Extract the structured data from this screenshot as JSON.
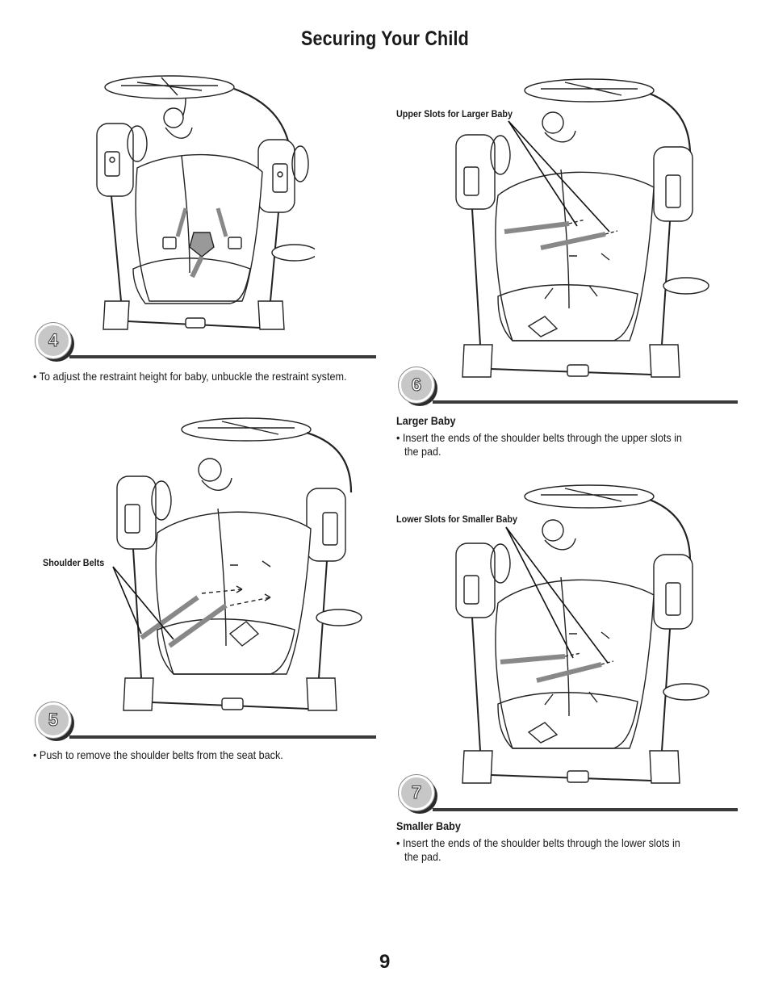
{
  "page": {
    "title": "Securing Your Child",
    "page_number": "9"
  },
  "steps": [
    {
      "number": "4",
      "bullets": [
        "• To adjust the restraint height for baby, unbuckle the restraint system."
      ]
    },
    {
      "number": "5",
      "callout": "Shoulder Belts",
      "bullets": [
        "• Push to remove the shoulder belts from the seat back."
      ]
    },
    {
      "number": "6",
      "callout": "Upper Slots for Larger Baby",
      "subheading": "Larger Baby",
      "bullet_line1": "• Insert the ends of the shoulder belts through the upper slots in",
      "bullet_line2": "the pad."
    },
    {
      "number": "7",
      "callout": "Lower Slots for Smaller Baby",
      "subheading": "Smaller Baby",
      "bullet_line1": "• Insert the ends of the shoulder belts through the lower slots in",
      "bullet_line2": "the pad."
    }
  ]
}
